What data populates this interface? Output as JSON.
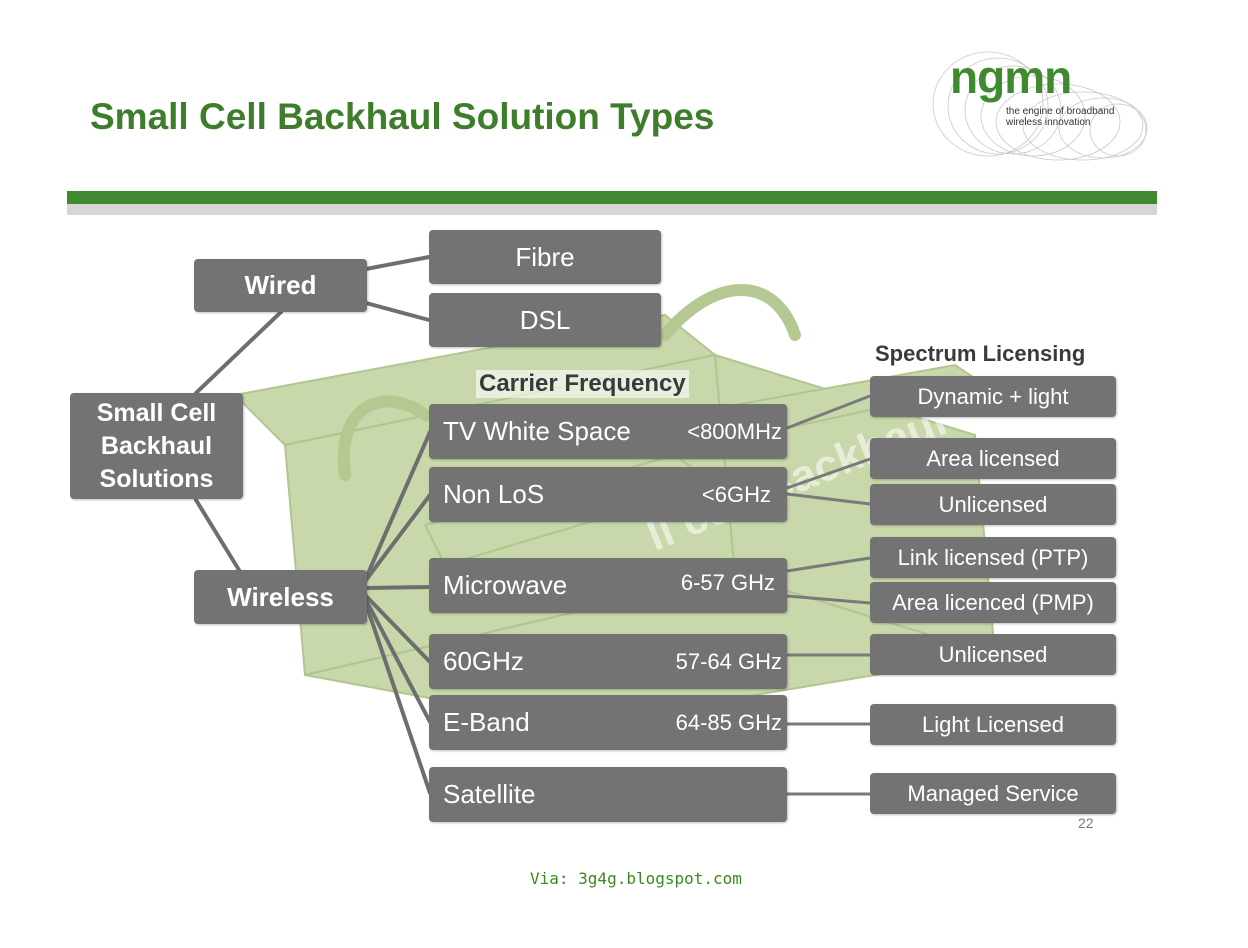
{
  "title": "Small Cell Backhaul Solution Types",
  "logo": {
    "word": "ngmn",
    "tagline_line1": "the engine of broadband",
    "tagline_line2": "wireless innovation"
  },
  "watermark": "ll cell Backhaul",
  "headers": {
    "carrier_frequency": "Carrier Frequency",
    "spectrum_licensing": "Spectrum Licensing"
  },
  "root": "Small Cell Backhaul Solutions",
  "wired": {
    "label": "Wired",
    "children": [
      "Fibre",
      "DSL"
    ]
  },
  "wireless": {
    "label": "Wireless",
    "technologies": [
      {
        "name": "TV White Space",
        "freq": "<800MHz"
      },
      {
        "name": "Non LoS",
        "freq": "<6GHz"
      },
      {
        "name": "Microwave",
        "freq": "6-57 GHz"
      },
      {
        "name": "60GHz",
        "freq": "57-64 GHz"
      },
      {
        "name": "E-Band",
        "freq": "64-85 GHz"
      },
      {
        "name": "Satellite",
        "freq": ""
      }
    ]
  },
  "licensing": [
    "Dynamic + light",
    "Area licensed",
    "Unlicensed",
    "Link licensed (PTP)",
    "Area licenced (PMP)",
    "Unlicensed",
    "Light Licensed",
    "Managed Service"
  ],
  "page_number": "22",
  "footer": "Via: 3g4g.blogspot.com",
  "colors": {
    "title_green": "#3e7d2b",
    "box_grey": "#737373",
    "connector": "#6e6e6e",
    "toolbox_green": "#c3d4a2"
  }
}
